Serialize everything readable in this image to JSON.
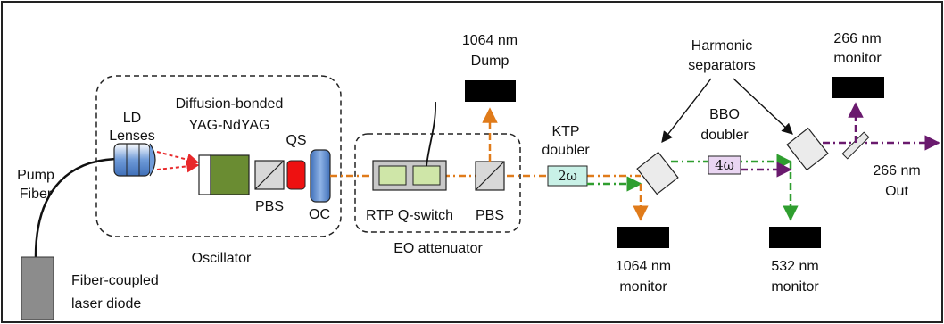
{
  "colors": {
    "ir_beam": "#e07b1a",
    "green_beam": "#2f9e2f",
    "uv_beam": "#6a1a6e",
    "pump_beam": "#e8282a",
    "gain_medium": "#6a8c32",
    "qs_red": "#ee1111",
    "optic_blue": "#5b8ed3",
    "crystal_fill": "#cfe6a8",
    "doubler_fill": "#c9f1e7",
    "quad_fill": "#ead6f2",
    "dump_black": "#000000",
    "diode_gray": "#8c8c8c"
  },
  "labels": {
    "pump_fiber_line1": "Pump",
    "pump_fiber_line2": "Fiber",
    "ld_lenses_line1": "LD",
    "ld_lenses_line2": "Lenses",
    "diffusion_line1": "Diffusion-bonded",
    "diffusion_line2": "YAG-NdYAG",
    "qs": "QS",
    "pbs_osc": "PBS",
    "oc": "OC",
    "oscillator": "Oscillator",
    "diode_line1": "Fiber-coupled",
    "diode_line2": "laser diode",
    "rtp": "RTP Q-switch",
    "pbs_eo": "PBS",
    "eo_attenuator": "EO attenuator",
    "dump_1064_line1": "1064 nm",
    "dump_1064_line2": "Dump",
    "ktp_line1": "KTP",
    "ktp_line2": "doubler",
    "two_omega": "2ω",
    "monitor_1064_line1": "1064 nm",
    "monitor_1064_line2": "monitor",
    "harmonic_line1": "Harmonic",
    "harmonic_line2": "separators",
    "bbo_line1": "BBO",
    "bbo_line2": "doubler",
    "four_omega": "4ω",
    "monitor_532_line1": "532 nm",
    "monitor_532_line2": "monitor",
    "monitor_266_line1": "266 nm",
    "monitor_266_line2": "monitor",
    "out_266_line1": "266 nm",
    "out_266_line2": "Out"
  }
}
